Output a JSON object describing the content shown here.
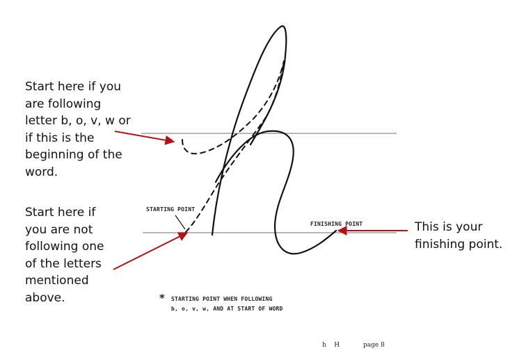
{
  "callouts": {
    "top": [
      "Start here if you",
      "are following",
      "letter b, o, v, w or",
      "if this is the",
      "beginning of the",
      "word."
    ],
    "middle": [
      "Start here if",
      "you are not",
      "following one",
      "of the letters",
      "mentioned",
      "above."
    ],
    "right": [
      "This is your",
      "finishing point."
    ]
  },
  "labels": {
    "starting_point": "STARTING POINT",
    "finishing_point": "FINISHING POINT"
  },
  "footnote": {
    "star": "*",
    "line1": "STARTING POINT WHEN FOLLOWING",
    "line2": "b, o, v, w, AND AT START OF WORD"
  },
  "footer": {
    "letters": "h    H",
    "page": "page 8"
  },
  "colors": {
    "arrow": "#b01515",
    "stroke": "#111111",
    "guide_line": "#8a8a8a"
  }
}
